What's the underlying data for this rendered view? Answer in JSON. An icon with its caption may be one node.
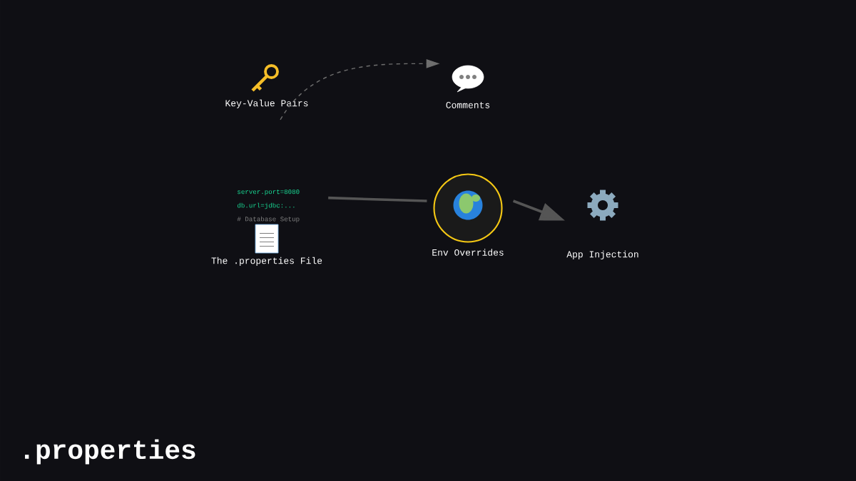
{
  "diagram": {
    "title": ".properties",
    "nodes": [
      {
        "text": [
          "Key-Value Pairs"
        ]
      },
      {
        "text": [
          "Comments"
        ]
      },
      {
        "text": [
          "The .properties File"
        ],
        "beside": [
          "server.port=8080",
          "db.url=jdbc:...",
          "# Database Setup"
        ]
      },
      {
        "text": [
          "Env Overrides"
        ]
      },
      {
        "text": [
          "App Injection"
        ]
      }
    ],
    "edges": [
      {
        "from": 0,
        "to": 1,
        "arrow": "to",
        "style": "dashed"
      },
      {
        "from": 2,
        "to": 3,
        "arrow": "none"
      },
      {
        "from": 3,
        "to": 4,
        "arrow": "to"
      }
    ]
  }
}
